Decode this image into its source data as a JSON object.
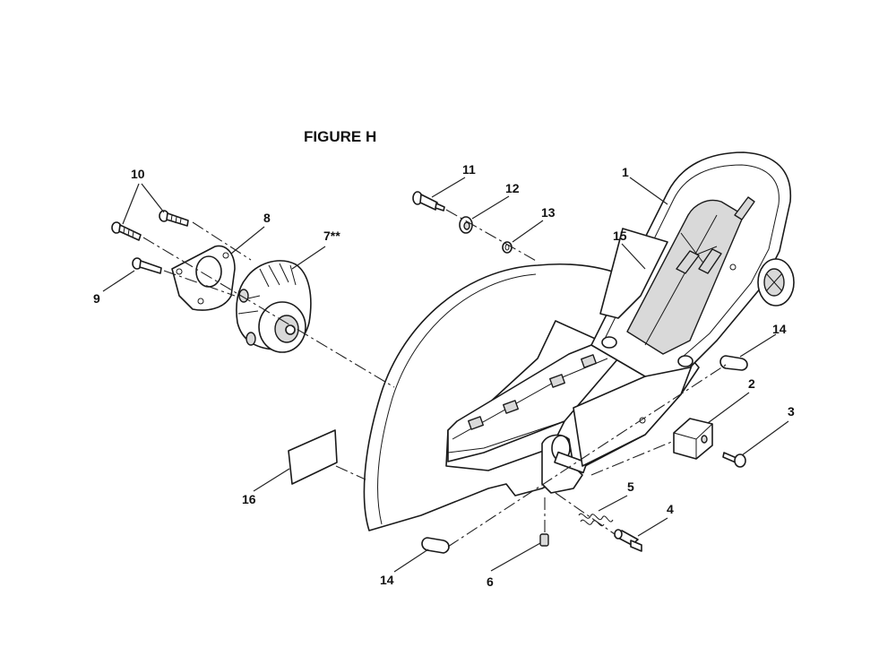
{
  "figure": {
    "title": "FIGURE H"
  },
  "callouts": [
    {
      "id": "c1",
      "text": "1"
    },
    {
      "id": "c2",
      "text": "2"
    },
    {
      "id": "c3",
      "text": "3"
    },
    {
      "id": "c4",
      "text": "4"
    },
    {
      "id": "c5",
      "text": "5"
    },
    {
      "id": "c6",
      "text": "6"
    },
    {
      "id": "c7",
      "text": "7**"
    },
    {
      "id": "c8",
      "text": "8"
    },
    {
      "id": "c9",
      "text": "9"
    },
    {
      "id": "c10",
      "text": "10"
    },
    {
      "id": "c11",
      "text": "11"
    },
    {
      "id": "c12",
      "text": "12"
    },
    {
      "id": "c13",
      "text": "13"
    },
    {
      "id": "c14a",
      "text": "14"
    },
    {
      "id": "c14b",
      "text": "14"
    },
    {
      "id": "c15",
      "text": "15"
    },
    {
      "id": "c16",
      "text": "16"
    }
  ]
}
